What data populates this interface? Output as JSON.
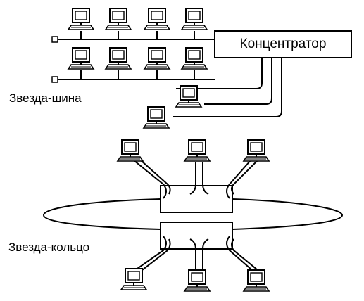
{
  "hub": {
    "label": "Концентратор"
  },
  "star_bus": {
    "label": "Звезда-шина"
  },
  "star_ring": {
    "label": "Звезда-кольцо"
  },
  "colors": {
    "line": "#000000",
    "fill": "#ffffff"
  },
  "icons": {
    "computer": "computer-icon",
    "terminator": "bus-terminator-icon"
  }
}
